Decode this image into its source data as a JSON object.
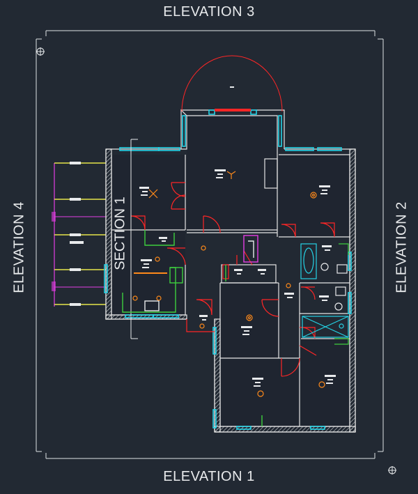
{
  "drawing": {
    "elevation_labels": {
      "top": "ELEVATION 3",
      "bottom": "ELEVATION 1",
      "left": "ELEVATION 4",
      "right": "ELEVATION 2"
    },
    "section_label": "SECTION 1"
  },
  "colors": {
    "background": "#222933",
    "wall": "#e6e6e6",
    "window": "#25d3e6",
    "door": "#ff2626",
    "fixture_green": "#3ecf3e",
    "fixture_magenta": "#e43ee4",
    "fixture_yellow": "#e6e64a",
    "accent_orange": "#ff8a1a",
    "text": "#e8eaec"
  }
}
